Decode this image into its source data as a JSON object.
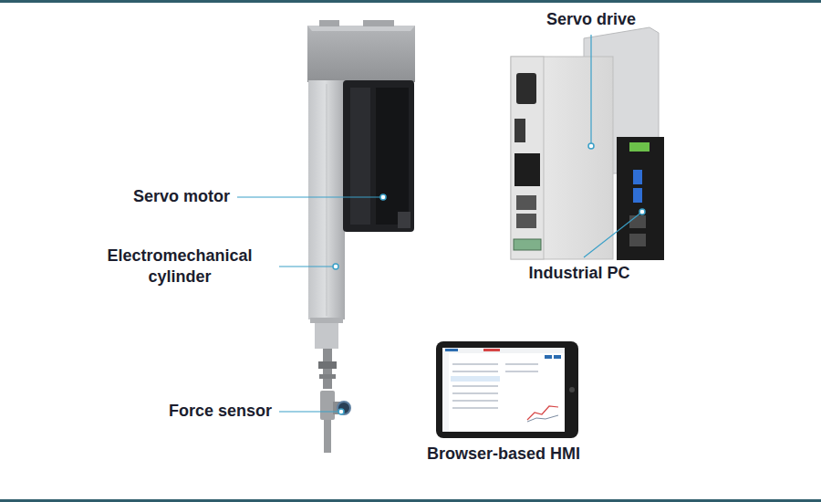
{
  "diagram": {
    "labels": [
      "Servo motor",
      "Electromechanical cylinder",
      "Force sensor",
      "Servo drive",
      "Industrial PC",
      "Browser-based HMI"
    ]
  }
}
